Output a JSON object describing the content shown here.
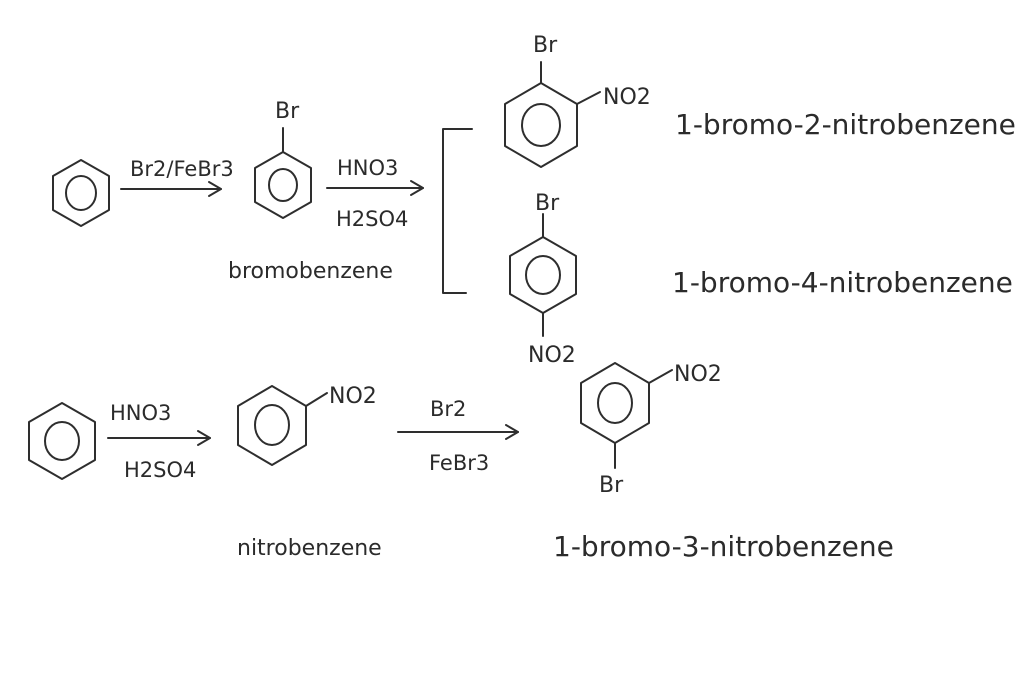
{
  "row1": {
    "reaction1_reagent": "Br2/FeBr3",
    "intermediate_substituent": "Br",
    "intermediate_name": "bromobenzene",
    "reaction2_reagent_top": "HNO3",
    "reaction2_reagent_bottom": "H2SO4",
    "ortho_product": {
      "top_substituent": "Br",
      "side_substituent": "NO2",
      "name": "1-bromo-2-nitrobenzene"
    },
    "para_product": {
      "top_substituent": "Br",
      "bottom_substituent": "NO2",
      "name": "1-bromo-4-nitrobenzene"
    }
  },
  "row2": {
    "reaction1_reagent_top": "HNO3",
    "reaction1_reagent_bottom": "H2SO4",
    "intermediate_substituent": "NO2",
    "intermediate_name": "nitrobenzene",
    "reaction2_reagent_top": "Br2",
    "reaction2_reagent_bottom": "FeBr3",
    "meta_product": {
      "top_substituent": "NO2",
      "bottom_substituent": "Br",
      "name": "1-bromo-3-nitrobenzene"
    }
  }
}
